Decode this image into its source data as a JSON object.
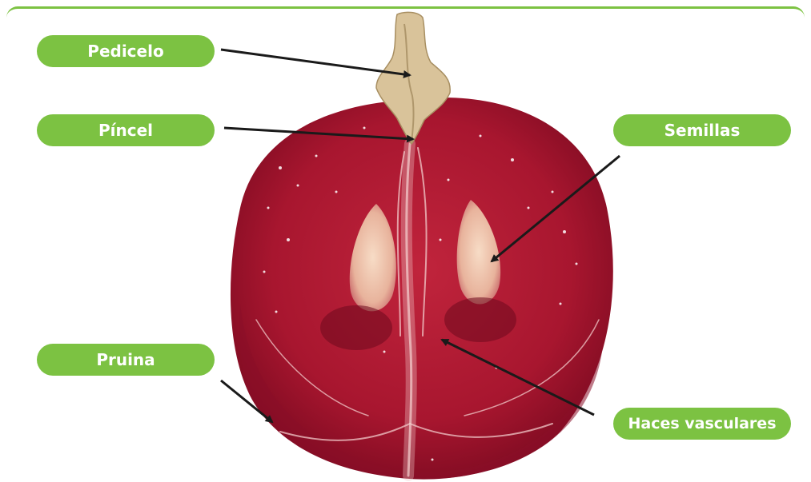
{
  "colors": {
    "label_green": "#7cc242",
    "frame_green": "#7cc242",
    "arrow": "#1a1a1a",
    "berry_red": "#b01530",
    "berry_dark": "#7a0a20",
    "pulp_light": "#f2cdb8",
    "stem": "#d8c29a"
  },
  "labels": {
    "pedicelo": "Pedicelo",
    "pincel": "Píncel",
    "semillas": "Semillas",
    "pruina": "Pruina",
    "haces": "Haces vasculares"
  }
}
